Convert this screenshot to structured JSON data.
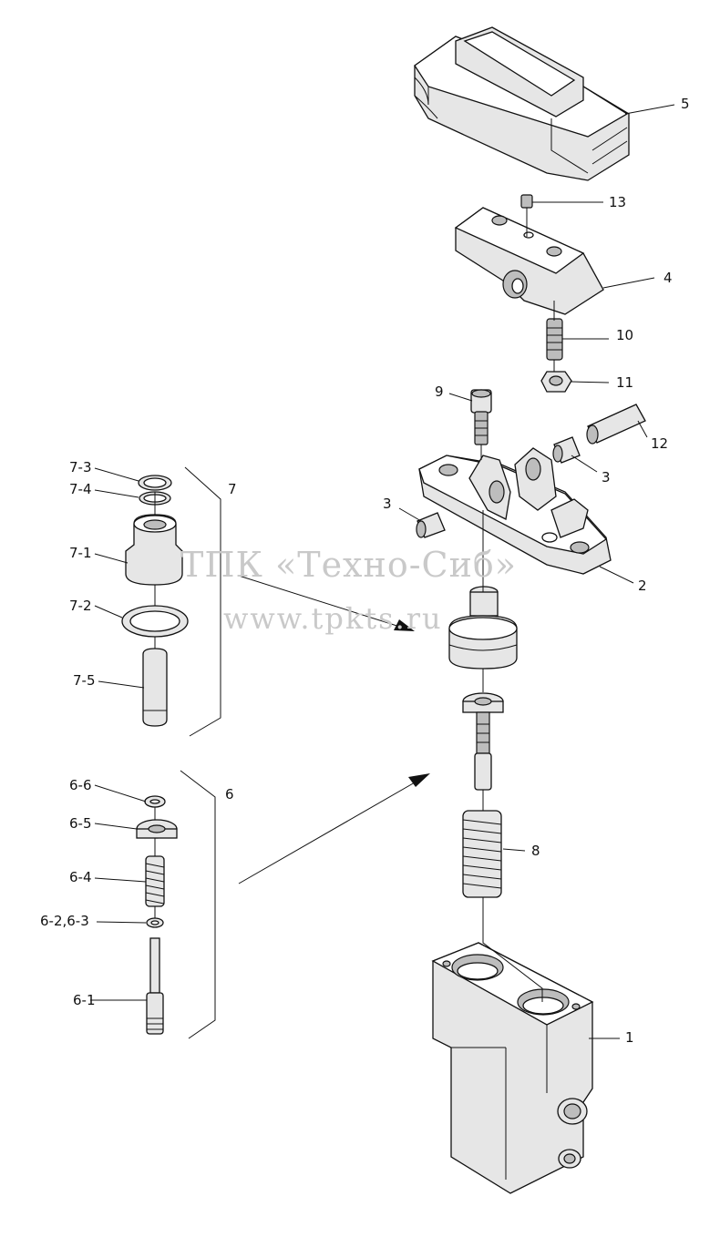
{
  "watermark": {
    "line1": "ТПК «Техно-Сиб»",
    "line2": "www.tpkts.ru"
  },
  "labels": {
    "p1": "1",
    "p2": "2",
    "p3a": "3",
    "p3b": "3",
    "p4": "4",
    "p5": "5",
    "p6": "6",
    "p6_1": "6-1",
    "p6_23": "6-2,6-3",
    "p6_4": "6-4",
    "p6_5": "6-5",
    "p6_6": "6-6",
    "p7": "7",
    "p7_1": "7-1",
    "p7_2": "7-2",
    "p7_3": "7-3",
    "p7_4": "7-4",
    "p7_5": "7-5",
    "p8": "8",
    "p9": "9",
    "p10": "10",
    "p11": "11",
    "p12": "12",
    "p13": "13"
  }
}
